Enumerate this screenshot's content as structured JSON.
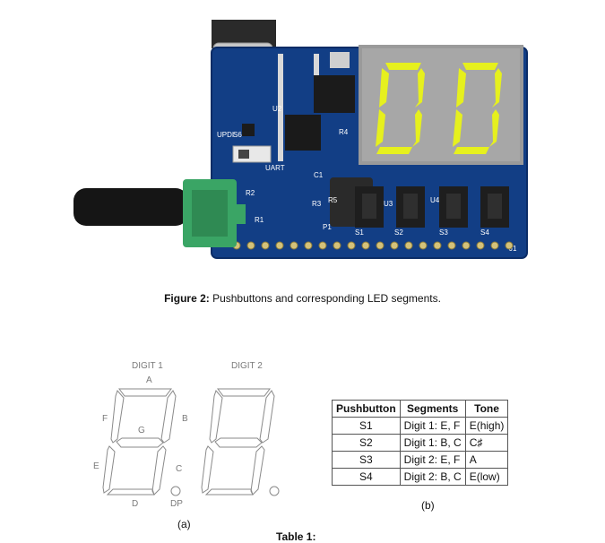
{
  "figure": {
    "label": "Figure 2:",
    "caption": " Pushbuttons and corresponding LED segments."
  },
  "photo": {
    "board_labels": [
      "UPDI",
      "S6",
      "UART",
      "R2",
      "R1",
      "R3",
      "R5",
      "R4",
      "C1",
      "U3",
      "U4",
      "P1",
      "S1",
      "S2",
      "S3",
      "S4",
      "J1",
      "U2"
    ],
    "display_value": "00",
    "display_color": "#e6f01e",
    "board_color": "#123e85",
    "knob_color": "#3aa565"
  },
  "diagram": {
    "digit1_label": "DIGIT  1",
    "digit2_label": "DIGIT  2",
    "segments": {
      "a": "A",
      "b": "B",
      "c": "C",
      "d": "D",
      "e": "E",
      "f": "F",
      "g": "G",
      "dp": "DP"
    },
    "sublabel": "(a)"
  },
  "table": {
    "headers": [
      "Pushbutton",
      "Segments",
      "Tone"
    ],
    "rows": [
      [
        "S1",
        "Digit 1: E, F",
        "E(high)"
      ],
      [
        "S2",
        "Digit 1: B, C",
        "C♯"
      ],
      [
        "S3",
        "Digit 2: E, F",
        "A"
      ],
      [
        "S4",
        "Digit 2: B, C",
        "E(low)"
      ]
    ],
    "sublabel": "(b)",
    "caption": "Table 1:"
  }
}
